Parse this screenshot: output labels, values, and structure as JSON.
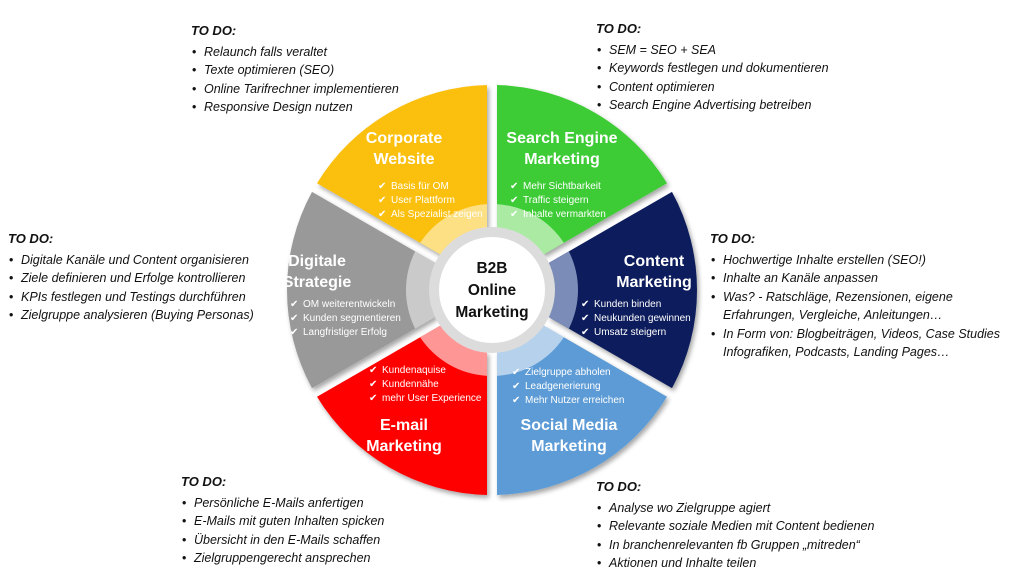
{
  "center": {
    "line1": "B2B",
    "line2": "Online",
    "line3": "Marketing"
  },
  "colors": {
    "corporate": "#fbbf0f",
    "search": "#3ecc34",
    "content": "#0a1f5c",
    "social": "#5b9bd5",
    "email": "#ff0000",
    "strategy": "#999999"
  },
  "segments": [
    {
      "key": "corporate",
      "title": [
        "Corporate",
        "Website"
      ],
      "points": [
        "Basis für OM",
        "User Plattform",
        "Als Spezialist zeigen"
      ]
    },
    {
      "key": "search",
      "title": [
        "Search Engine",
        "Marketing"
      ],
      "points": [
        "Mehr Sichtbarkeit",
        "Traffic steigern",
        "Inhalte vermarkten"
      ]
    },
    {
      "key": "content",
      "title": [
        "Content",
        "Marketing"
      ],
      "points": [
        "Kunden binden",
        "Neukunden gewinnen",
        "Umsatz steigern"
      ]
    },
    {
      "key": "social",
      "title": [
        "Social Media",
        "Marketing"
      ],
      "points": [
        "Zielgruppe abholen",
        "Leadgenerierung",
        "Mehr Nutzer erreichen"
      ]
    },
    {
      "key": "email",
      "title": [
        "E-mail",
        "Marketing"
      ],
      "points": [
        "Kundenaquise",
        "Kundennähe",
        "mehr User Experience"
      ]
    },
    {
      "key": "strategy",
      "title": [
        "Digitale",
        "Strategie"
      ],
      "points": [
        "OM weiterentwickeln",
        "Kunden segmentieren",
        "Langfristiger Erfolg"
      ]
    }
  ],
  "todos": {
    "corporate": {
      "heading": "TO DO:",
      "items": [
        "Relaunch falls veraltet",
        "Texte optimieren (SEO)",
        "Online Tarifrechner implementieren",
        "Responsive Design nutzen"
      ]
    },
    "search": {
      "heading": "TO DO:",
      "items": [
        "SEM = SEO + SEA",
        "Keywords festlegen und dokumentieren",
        "Content optimieren",
        "Search Engine Advertising betreiben"
      ]
    },
    "strategy": {
      "heading": "TO DO:",
      "items": [
        "Digitale Kanäle und Content organisieren",
        "Ziele definieren und Erfolge kontrollieren",
        "KPIs festlegen und Testings durchführen",
        "Zielgruppe analysieren (Buying Personas)"
      ]
    },
    "content": {
      "heading": "TO DO:",
      "items": [
        "Hochwertige Inhalte erstellen (SEO!)",
        "Inhalte an Kanäle anpassen",
        "Was? - Ratschläge, Rezensionen, eigene",
        "Erfahrungen, Vergleiche, Anleitungen…",
        "In Form von: Blogbeiträgen, Videos, Case Studies",
        "Infografiken, Podcasts, Landing Pages…"
      ]
    },
    "email": {
      "heading": "TO DO:",
      "items": [
        "Persönliche E-Mails anfertigen",
        "E-Mails mit guten Inhalten spicken",
        "Übersicht in den E-Mails schaffen",
        "Zielgruppengerecht ansprechen"
      ]
    },
    "social": {
      "heading": "TO DO:",
      "items": [
        "Analyse wo Zielgruppe agiert",
        "Relevante soziale Medien mit Content bedienen",
        "In branchenrelevanten fb Gruppen „mitreden“",
        "Aktionen und Inhalte teilen"
      ]
    }
  }
}
